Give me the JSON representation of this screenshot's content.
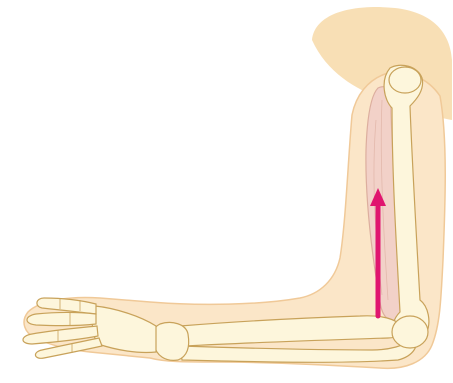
{
  "diagram": {
    "subject": "arm-biceps-contraction",
    "colors": {
      "background": "#ffffff",
      "skin": "#fbe6c8",
      "skin_edge": "#f0c998",
      "shoulder": "#f7d9a8",
      "bone": "#fdf6dc",
      "bone_edge": "#c8a25a",
      "bone_shadow": "#e8cf95",
      "muscle": "#f2cfc8",
      "muscle_edge": "#d9a89a",
      "arrow": "#e0156f"
    },
    "arrow": {
      "direction": "up",
      "meaning": "muscle-contraction"
    }
  }
}
